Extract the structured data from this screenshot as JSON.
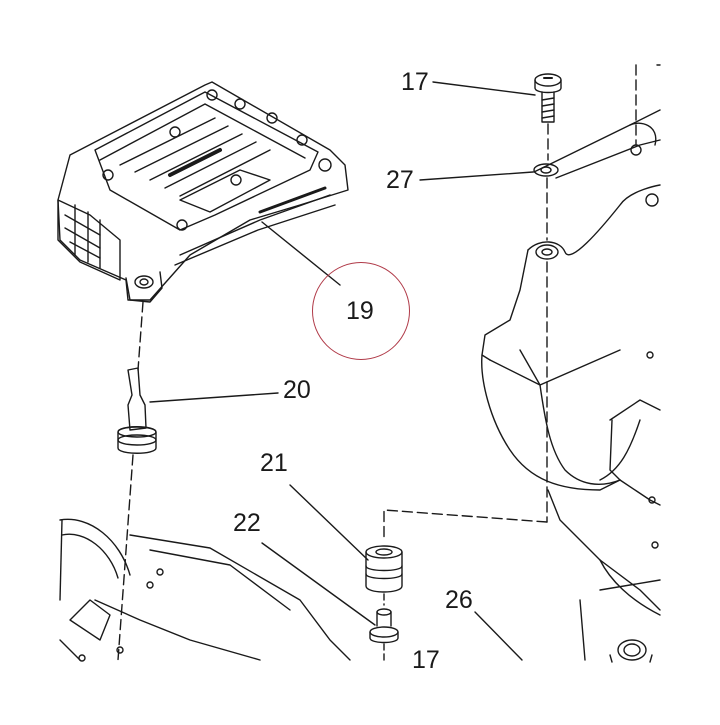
{
  "diagram": {
    "callouts": [
      {
        "id": "c17a",
        "label": "17"
      },
      {
        "id": "c27",
        "label": "27"
      },
      {
        "id": "c19",
        "label": "19"
      },
      {
        "id": "c20",
        "label": "20"
      },
      {
        "id": "c21",
        "label": "21"
      },
      {
        "id": "c22",
        "label": "22"
      },
      {
        "id": "c26",
        "label": "26"
      },
      {
        "id": "c17b",
        "label": "17"
      }
    ],
    "highlighted_callout": "19",
    "colors": {
      "line": "#1a1a1a",
      "highlight": "#b03a48",
      "background": "#ffffff"
    }
  }
}
